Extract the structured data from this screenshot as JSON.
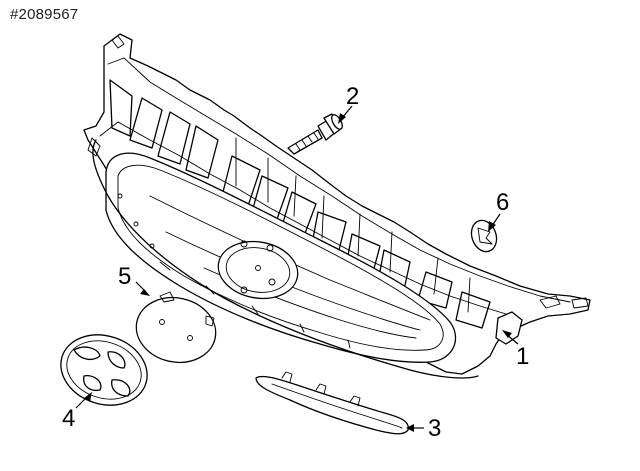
{
  "diagram": {
    "reference_id": "#2089567",
    "callouts": [
      {
        "id": "1",
        "label": "1",
        "part": "grille-assembly"
      },
      {
        "id": "2",
        "label": "2",
        "part": "screw"
      },
      {
        "id": "3",
        "label": "3",
        "part": "lower-molding-strip"
      },
      {
        "id": "4",
        "label": "4",
        "part": "emblem"
      },
      {
        "id": "5",
        "label": "5",
        "part": "emblem-bracket"
      },
      {
        "id": "6",
        "label": "6",
        "part": "clip"
      }
    ]
  }
}
